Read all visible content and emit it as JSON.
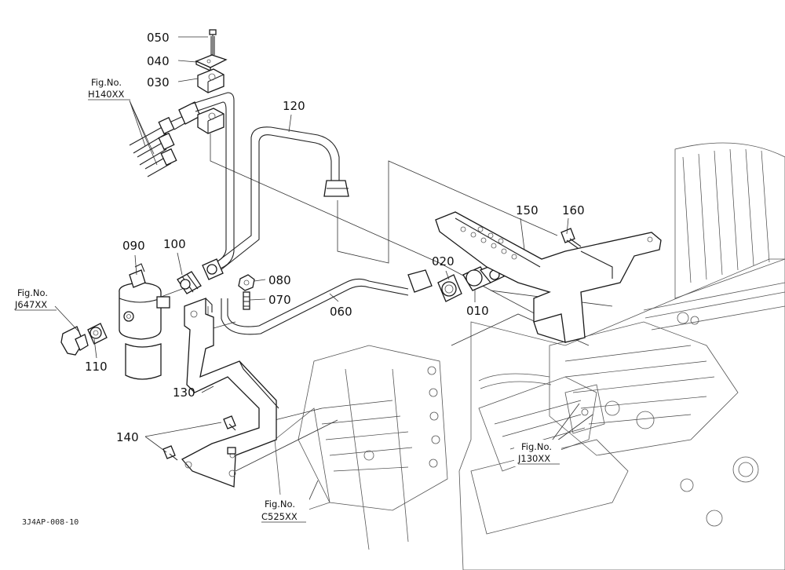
{
  "diagram": {
    "drawing_code": "3J4AP-008-10",
    "callouts": {
      "c050": "050",
      "c040": "040",
      "c030": "030",
      "c120": "120",
      "c150": "150",
      "c160": "160",
      "c090": "090",
      "c100": "100",
      "c080": "080",
      "c070": "070",
      "c060": "060",
      "c020": "020",
      "c010": "010",
      "c110": "110",
      "c130": "130",
      "c140": "140"
    },
    "figure_refs": {
      "h140": {
        "label": "Fig.No.",
        "code": "H140XX"
      },
      "j647": {
        "label": "Fig.No.",
        "code": "J647XX"
      },
      "j130": {
        "label": "Fig.No.",
        "code": "J130XX"
      },
      "c525": {
        "label": "Fig.No.",
        "code": "C525XX"
      }
    }
  }
}
